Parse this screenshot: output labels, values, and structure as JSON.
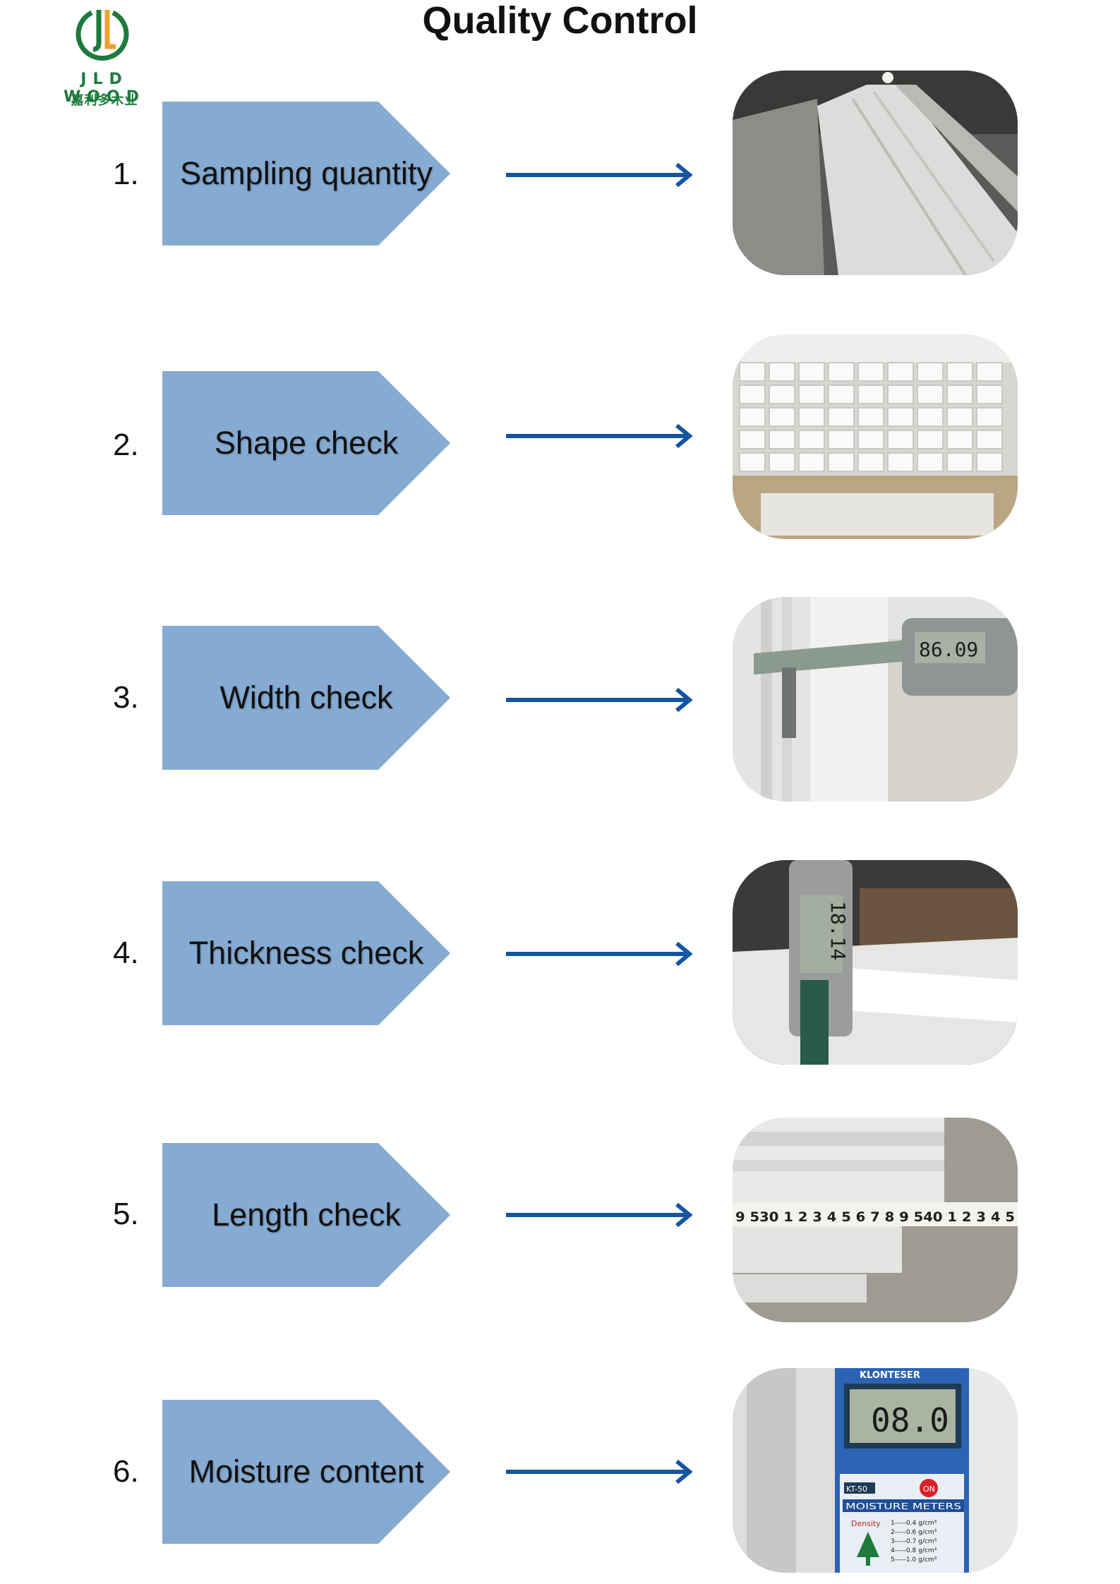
{
  "header": {
    "title": "Quality Control",
    "logo": {
      "brand": "JLD WOOD",
      "brand_cn": "嘉利多木业",
      "color": "#1e7a3c",
      "accent": "#f0a02c"
    }
  },
  "colors": {
    "shape_fill": "#85abd3",
    "arrow": "#1455a0"
  },
  "steps": [
    {
      "number": "1.",
      "label": "Sampling quantity",
      "photo": "stacked-moulding-warehouse-photo"
    },
    {
      "number": "2.",
      "label": "Shape check",
      "photo": "moulding-profile-ends-photo"
    },
    {
      "number": "3.",
      "label": "Width check",
      "photo": "digital-caliper-width-photo",
      "readout": "86.09"
    },
    {
      "number": "4.",
      "label": "Thickness check",
      "photo": "digital-caliper-thickness-photo",
      "readout": "18.14"
    },
    {
      "number": "5.",
      "label": "Length check",
      "photo": "measuring-tape-photo",
      "tape": "9 530 1 2 3 4 5 6 7 8 9 540 1 2 3 4 5"
    },
    {
      "number": "6.",
      "label": "Moisture content",
      "photo": "moisture-meter-photo",
      "meter": {
        "brand": "KLONTESER",
        "reading": "08.0",
        "model": "KT-50",
        "on": "ON",
        "name": "MOISTURE METERS",
        "density": "Density",
        "scale": [
          "1-----0.4 g/cm³",
          "2-----0.6 g/cm³",
          "3-----0.7 g/cm³",
          "4-----0.8 g/cm³",
          "5-----1.0 g/cm³"
        ]
      }
    }
  ]
}
